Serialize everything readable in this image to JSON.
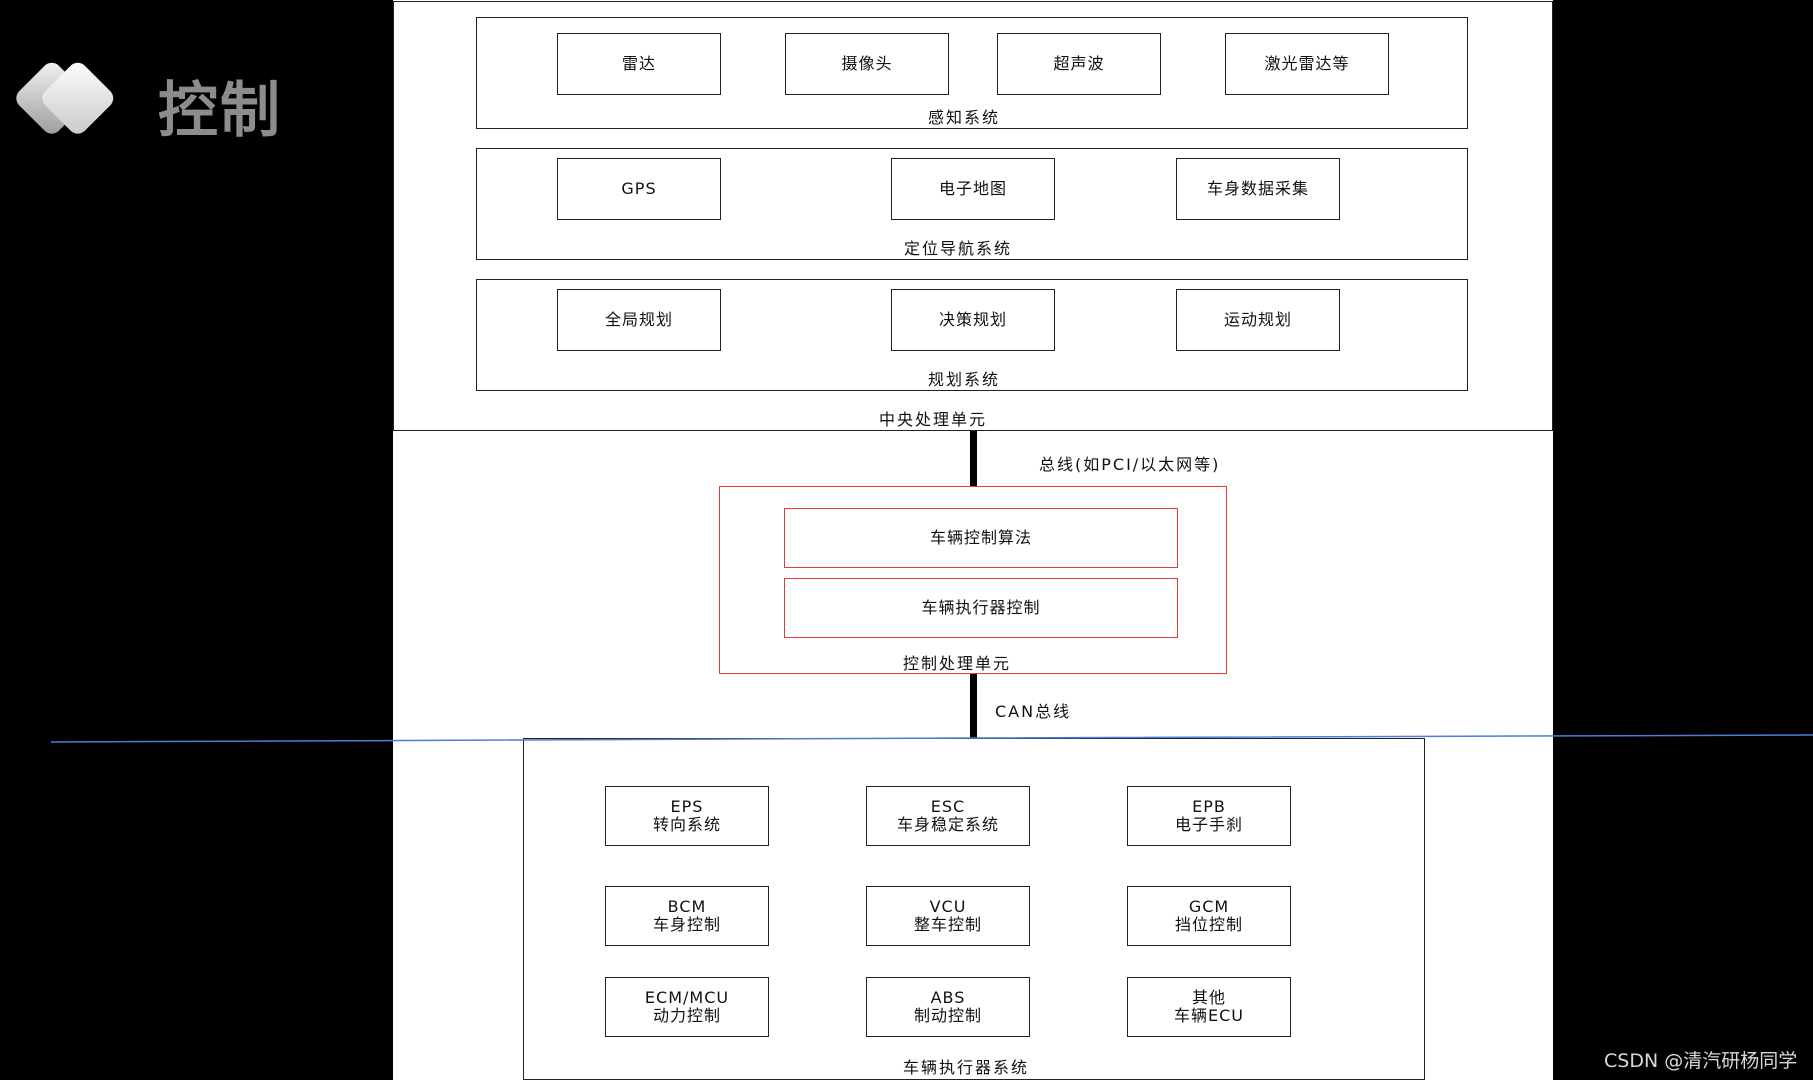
{
  "slide": {
    "title": "控制"
  },
  "central_unit": {
    "label": "中央处理单元",
    "perception": {
      "label": "感知系统",
      "items": [
        "雷达",
        "摄像头",
        "超声波",
        "激光雷达等"
      ]
    },
    "navigation": {
      "label": "定位导航系统",
      "items": [
        "GPS",
        "电子地图",
        "车身数据采集"
      ]
    },
    "planning": {
      "label": "规划系统",
      "items": [
        "全局规划",
        "决策规划",
        "运动规划"
      ]
    }
  },
  "bus_1": {
    "label": "总线(如PCI/以太网等)"
  },
  "control_unit": {
    "label": "控制处理单元",
    "items": [
      "车辆控制算法",
      "车辆执行器控制"
    ]
  },
  "bus_2": {
    "label": "CAN总线"
  },
  "actuator_system": {
    "label": "车辆执行器系统",
    "items": [
      {
        "line1": "EPS",
        "line2": "转向系统"
      },
      {
        "line1": "ESC",
        "line2": "车身稳定系统"
      },
      {
        "line1": "EPB",
        "line2": "电子手刹"
      },
      {
        "line1": "BCM",
        "line2": "车身控制"
      },
      {
        "line1": "VCU",
        "line2": "整车控制"
      },
      {
        "line1": "GCM",
        "line2": "挡位控制"
      },
      {
        "line1": "ECM/MCU",
        "line2": "动力控制"
      },
      {
        "line1": "ABS",
        "line2": "制动控制"
      },
      {
        "line1": "其他",
        "line2": "车辆ECU"
      }
    ]
  },
  "watermark": "CSDN @清汽研杨同学",
  "colors": {
    "background": "#000000",
    "canvas": "#ffffff",
    "highlight": "#e23b3b",
    "divider": "#4a7fd4",
    "title": "#8c8c8c"
  }
}
